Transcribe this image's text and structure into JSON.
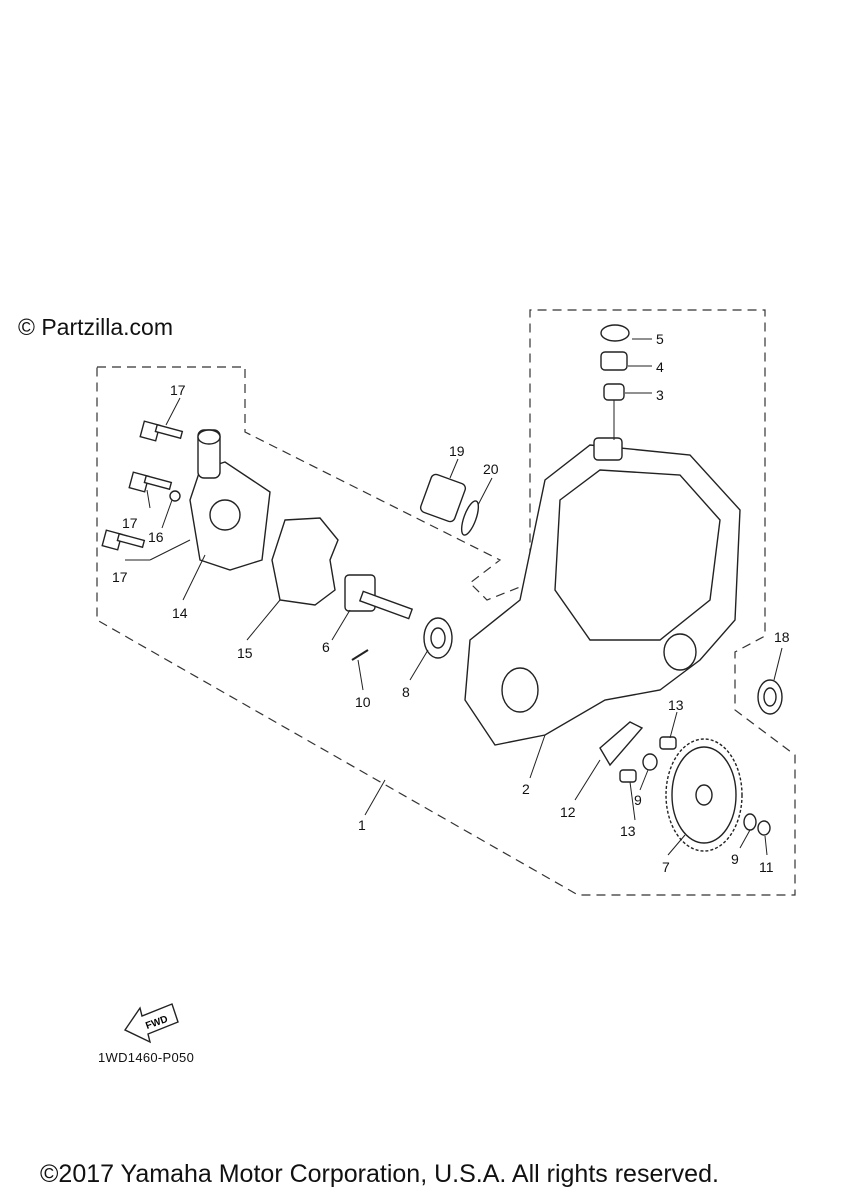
{
  "watermark": "© Partzilla.com",
  "diagram_code": "1WD1460-P050",
  "fwd_label": "FWD",
  "copyright": "©2017 Yamaha Motor Corporation, U.S.A. All rights reserved.",
  "callouts": {
    "c1": "1",
    "c2": "2",
    "c3": "3",
    "c4": "4",
    "c5": "5",
    "c6": "6",
    "c7": "7",
    "c8": "8",
    "c9a": "9",
    "c9b": "9",
    "c10": "10",
    "c11": "11",
    "c12": "12",
    "c13a": "13",
    "c13b": "13",
    "c14": "14",
    "c15": "15",
    "c16": "16",
    "c17a": "17",
    "c17b": "17",
    "c17c": "17",
    "c18": "18",
    "c19": "19",
    "c20": "20"
  }
}
